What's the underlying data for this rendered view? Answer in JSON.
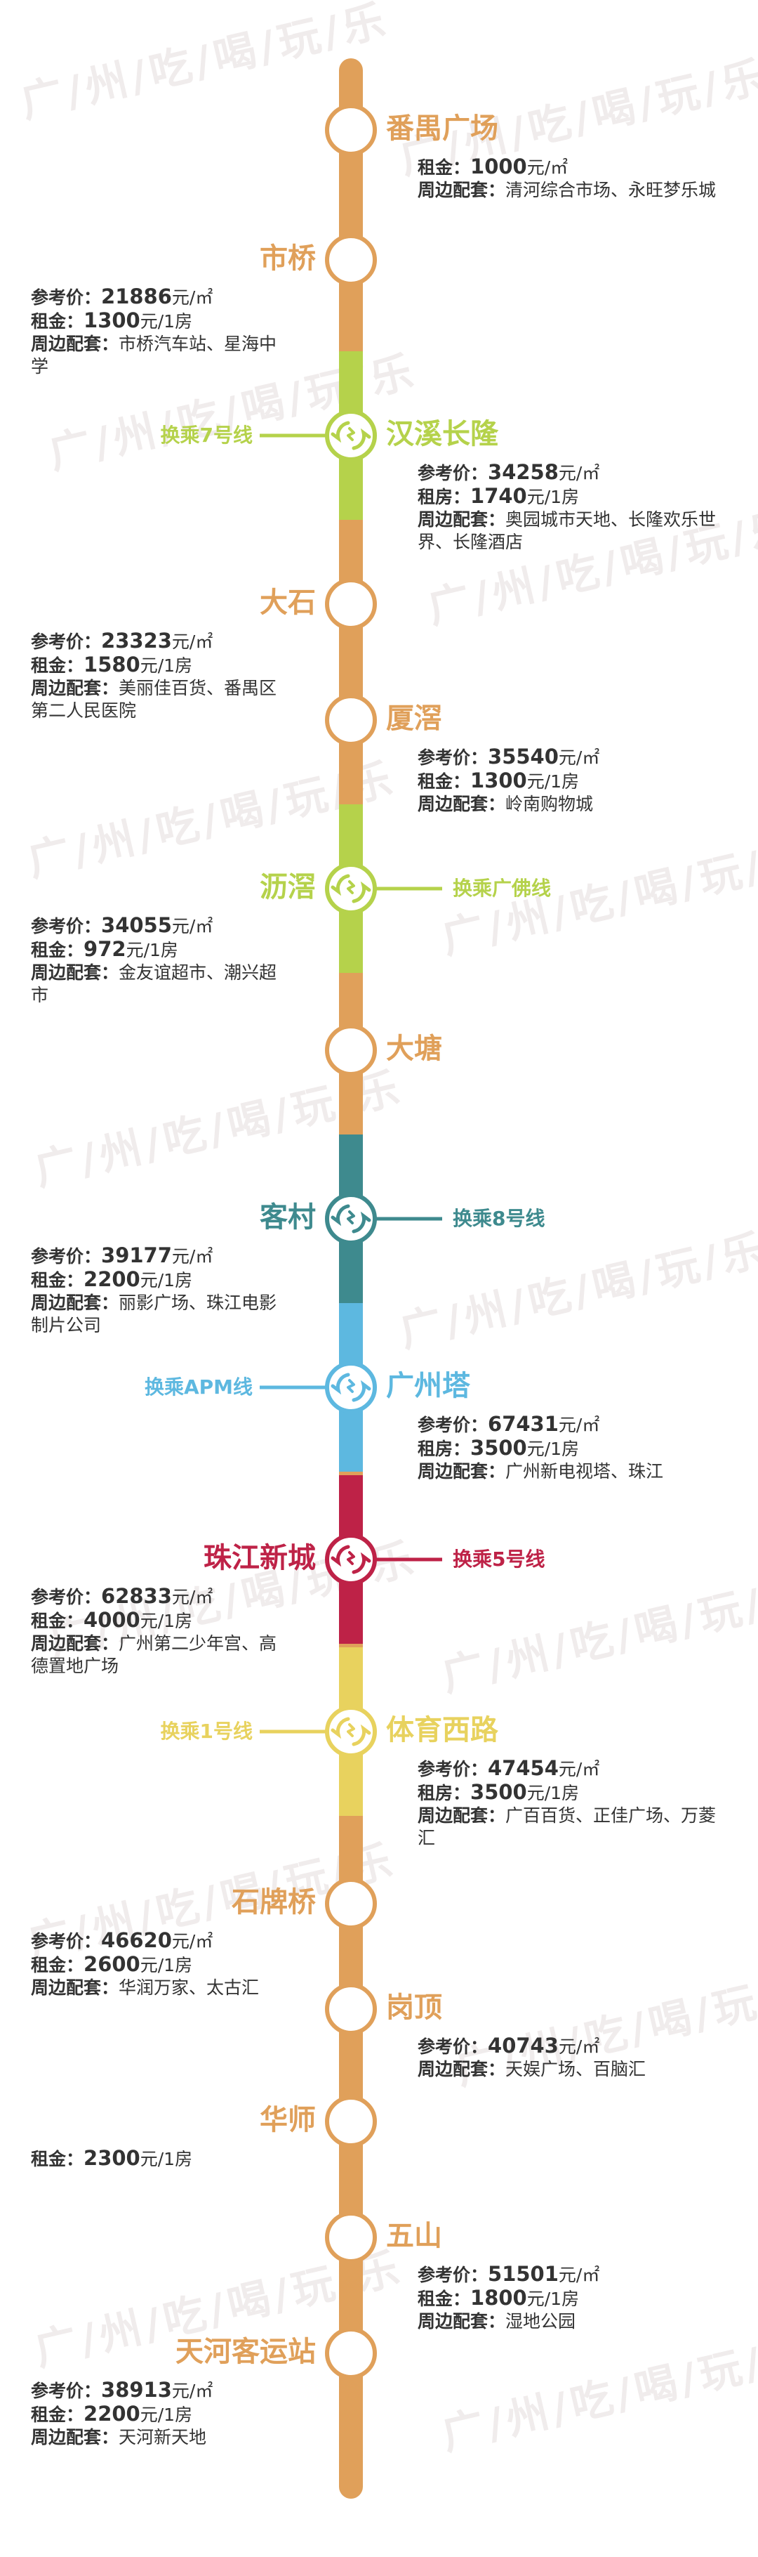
{
  "watermark_text": "广/州/吃/喝/玩/乐",
  "colors": {
    "orange": "#E0A05A",
    "green": "#B5D24B",
    "teal": "#3E8A8E",
    "blue": "#5DB8E0",
    "red": "#BE2247",
    "yellow": "#E8D25E"
  },
  "labels": {
    "ref_price": "参考价：",
    "rent": "租金：",
    "rent_alt": "租房：",
    "nearby": "周边配套：",
    "per_sqm": "元/㎡",
    "per_room": "元/1房"
  },
  "stations": [
    {
      "name": "番禺广场",
      "color": "orange",
      "ref": null,
      "rent": "1000",
      "rent_unit": "元/㎡",
      "nearby": "清河综合市场、永旺梦乐城"
    },
    {
      "name": "市桥",
      "color": "orange",
      "ref": "21886",
      "rent": "1300",
      "nearby": "市桥汽车站、星海中学"
    },
    {
      "name": "汉溪长隆",
      "color": "green",
      "transfer": "换乘7号线",
      "ref": "34258",
      "rent": "1740",
      "rent_label": "租房：",
      "nearby": "奥园城市天地、长隆欢乐世界、长隆酒店"
    },
    {
      "name": "大石",
      "color": "orange",
      "ref": "23323",
      "rent": "1580",
      "nearby": "美丽佳百货、番禺区第二人民医院"
    },
    {
      "name": "厦滘",
      "color": "orange",
      "ref": "35540",
      "rent": "1300",
      "nearby": "岭南购物城"
    },
    {
      "name": "沥滘",
      "color": "green",
      "transfer": "换乘广佛线",
      "ref": "34055",
      "rent": "972",
      "nearby": "金友谊超市、潮兴超市"
    },
    {
      "name": "大塘",
      "color": "orange"
    },
    {
      "name": "客村",
      "color": "teal",
      "transfer": "换乘8号线",
      "ref": "39177",
      "rent": "2200",
      "nearby": "丽影广场、珠江电影制片公司"
    },
    {
      "name": "广州塔",
      "color": "blue",
      "transfer": "换乘APM线",
      "ref": "67431",
      "rent": "3500",
      "rent_label": "租房：",
      "nearby": "广州新电视塔、珠江"
    },
    {
      "name": "珠江新城",
      "color": "red",
      "transfer": "换乘5号线",
      "ref": "62833",
      "rent": "4000",
      "nearby": "广州第二少年宫、高德置地广场"
    },
    {
      "name": "体育西路",
      "color": "yellow",
      "transfer": "换乘1号线",
      "ref": "47454",
      "rent": "3500",
      "rent_label": "租房：",
      "nearby": "广百百货、正佳广场、万菱汇"
    },
    {
      "name": "石牌桥",
      "color": "orange",
      "ref": "46620",
      "rent": "2600",
      "nearby": "华润万家、太古汇"
    },
    {
      "name": "岗顶",
      "color": "orange",
      "ref": "40743",
      "nearby": "天娱广场、百脑汇"
    },
    {
      "name": "华师",
      "color": "orange",
      "rent": "2300"
    },
    {
      "name": "五山",
      "color": "orange",
      "ref": "51501",
      "rent": "1800",
      "nearby": "湿地公园"
    },
    {
      "name": "天河客运站",
      "color": "orange",
      "ref": "38913",
      "rent": "2200",
      "nearby": "天河新天地"
    }
  ]
}
